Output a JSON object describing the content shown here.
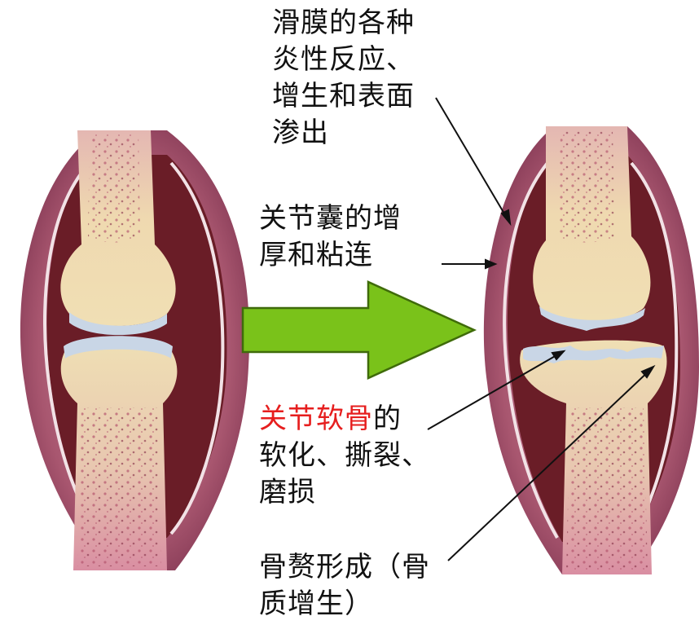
{
  "labels": {
    "synovium": [
      "滑膜的各种",
      "炎性反应、",
      "增生和表面",
      "渗出"
    ],
    "capsule": [
      "关节囊的增",
      "厚和粘连"
    ],
    "cartilage_highlight": "关节软骨",
    "cartilage_line1_rest": "的",
    "cartilage_lines": [
      "软化、撕裂、",
      "磨损"
    ],
    "osteophyte": [
      "骨赘形成（骨",
      "质增生）"
    ]
  },
  "colors": {
    "arrow_fill": "#7ac21a",
    "arrow_stroke": "#3f6b0a",
    "highlight_text": "#e61e1e",
    "capsule": "#9b4a63",
    "joint_space": "#6a1d27",
    "bone": "#ead8a5",
    "marrow": "#d27a92",
    "cartilage": "#c9d6e6"
  },
  "icons": {
    "left_joint": "healthy-joint-illustration",
    "right_joint": "arthritic-joint-illustration",
    "transition_arrow": "right-arrow-icon"
  }
}
